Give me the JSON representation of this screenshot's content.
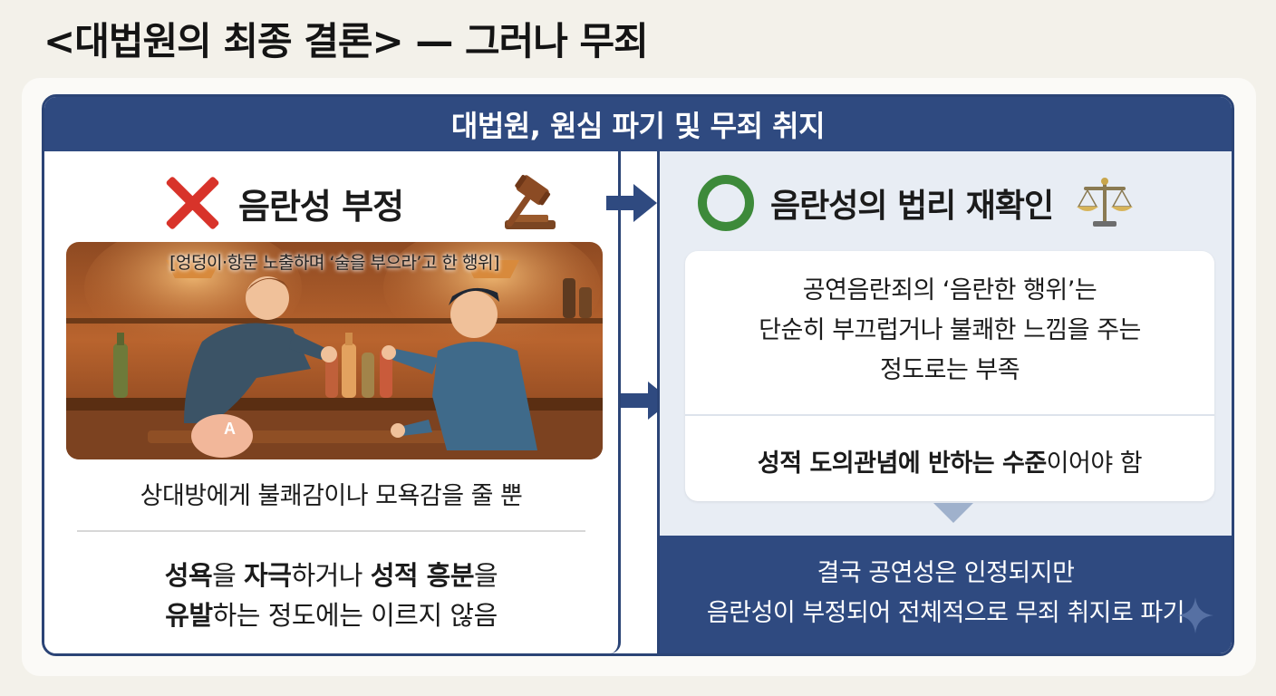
{
  "page_title": "<대법원의 최종 결론> — 그러나 무죄",
  "header": {
    "title": "대법원, 원심 파기 및 무죄 취지"
  },
  "left": {
    "heading": "음란성 부정",
    "scene_caption": "[엉덩이·항문 노출하며 ‘술을 부으라’고 한 행위]",
    "scene_label": "A",
    "line1": "상대방에게 불쾌감이나 모욕감을 줄 뿐",
    "line2_a_bold": "성욕",
    "line2_b": "을 ",
    "line2_c_bold": "자극",
    "line2_d": "하거나 ",
    "line2_e_bold": "성적 흥분",
    "line2_f": "을",
    "line3_a_bold": "유발",
    "line3_b": "하는 정도에는 이르지 않음"
  },
  "right": {
    "heading": "음란성의 법리 재확인",
    "info_line1": "공연음란죄의 ‘음란한 행위’는",
    "info_line2": "단순히 부끄럽거나 불쾌한 느낌을 주는",
    "info_line3": "정도로는 부족",
    "info_bottom_a_bold": "성적 도의관념에 반하는 수준",
    "info_bottom_b": "이어야 함",
    "conclusion_line1": "결국 공연성은 인정되지만",
    "conclusion_line2": "음란성이 부정되어 전체적으로 무죄 취지로 파기"
  },
  "icons": {
    "left_mark": "x-icon",
    "right_mark": "circle-icon",
    "gavel": "gavel-icon",
    "scale": "scale-icon",
    "arrow": "arrow-right-icon",
    "sparkle": "sparkle-icon"
  },
  "colors": {
    "navy": "#2f4a80",
    "red_x": "#d8332a",
    "green_o": "#3d8a3a",
    "right_bg": "#e8edf4"
  }
}
